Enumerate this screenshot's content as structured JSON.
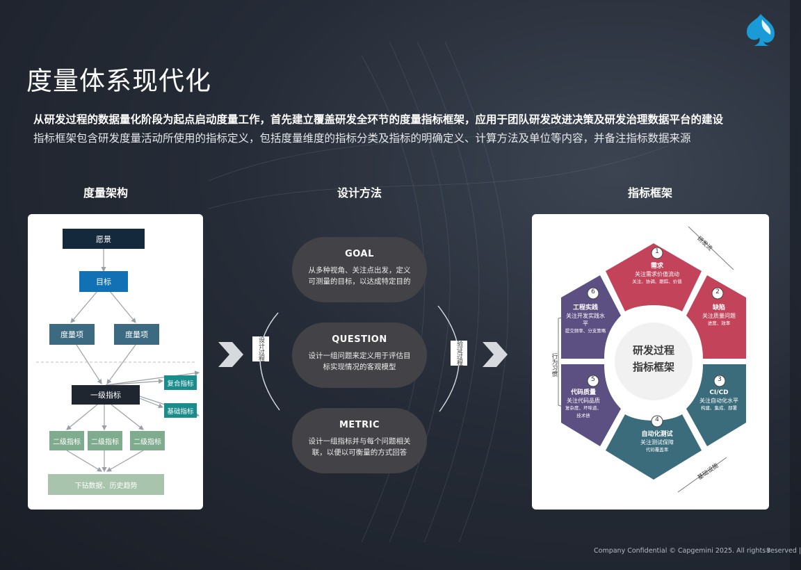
{
  "header": {
    "title": "度量体系现代化",
    "subtitle_bold": "从研发过程的数据量化阶段为起点启动度量工作，首先建立覆盖研发全环节的度量指标框架，应用于团队研发改进决策及研发治理数据平台的建设",
    "subtitle": "指标框架包含研发度量活动所使用的指标定义，包括度量维度的指标分类及指标的明确定义、计算方法及单位等内容，并备注指标数据来源"
  },
  "columns": {
    "left": "度量架构",
    "middle": "设计方法",
    "right": "指标框架"
  },
  "architecture": {
    "vision": "愿景",
    "goal": "目标",
    "dim1": "度量项",
    "dim2": "度量项",
    "l1": "一级指标",
    "composite": "复合指标",
    "basic": "基础指标",
    "l2a": "二级指标",
    "l2b": "二级指标",
    "l2c": "二级指标",
    "drill": "下钻数据、历史趋势"
  },
  "method": {
    "goal": {
      "title": "GOAL",
      "desc": "从多种视角、关注点出发，定义可测量的目标，以达成特定目的"
    },
    "question": {
      "title": "QUESTION",
      "desc": "设计一组问题来定义用于评估目标实现情况的客观模型"
    },
    "metric": {
      "title": "METRIC",
      "desc": "设计一组指标并与每个问题相关联，以便以可衡量的方式回答"
    },
    "left_tag": "设计过程",
    "right_tag": "验证过程"
  },
  "framework": {
    "center_line1": "研发过程",
    "center_line2": "指标框架",
    "segments": [
      {
        "num": "1",
        "name": "需求",
        "focus": "关注需求价值流动",
        "items": "关注、协调、跟踪、价值"
      },
      {
        "num": "2",
        "name": "缺陷",
        "focus": "关注质量问题",
        "items": "进度、效率"
      },
      {
        "num": "3",
        "name": "CI/CD",
        "focus": "关注自动化水平",
        "items": "构建、集成、部署"
      },
      {
        "num": "4",
        "name": "自动化测试",
        "focus": "关注测试保障",
        "items": "代码覆盖率"
      },
      {
        "num": "5",
        "name": "代码质量",
        "focus": "关注代码品质",
        "items": "复杂度、坏味道、技术债"
      },
      {
        "num": "6",
        "name": "工程实践",
        "focus": "关注开发实践水平",
        "items": "提交频率、分支策略"
      }
    ],
    "side_top": "研发流",
    "side_left": "行为习惯",
    "side_bottom": "基础设施",
    "colors": {
      "magenta": "#c2435a",
      "teal": "#3a6c7b",
      "purple": "#5c4f82"
    }
  },
  "footer": {
    "text": "Company Confidential © Capgemini 2025. All rights reserved |",
    "page": "8"
  }
}
